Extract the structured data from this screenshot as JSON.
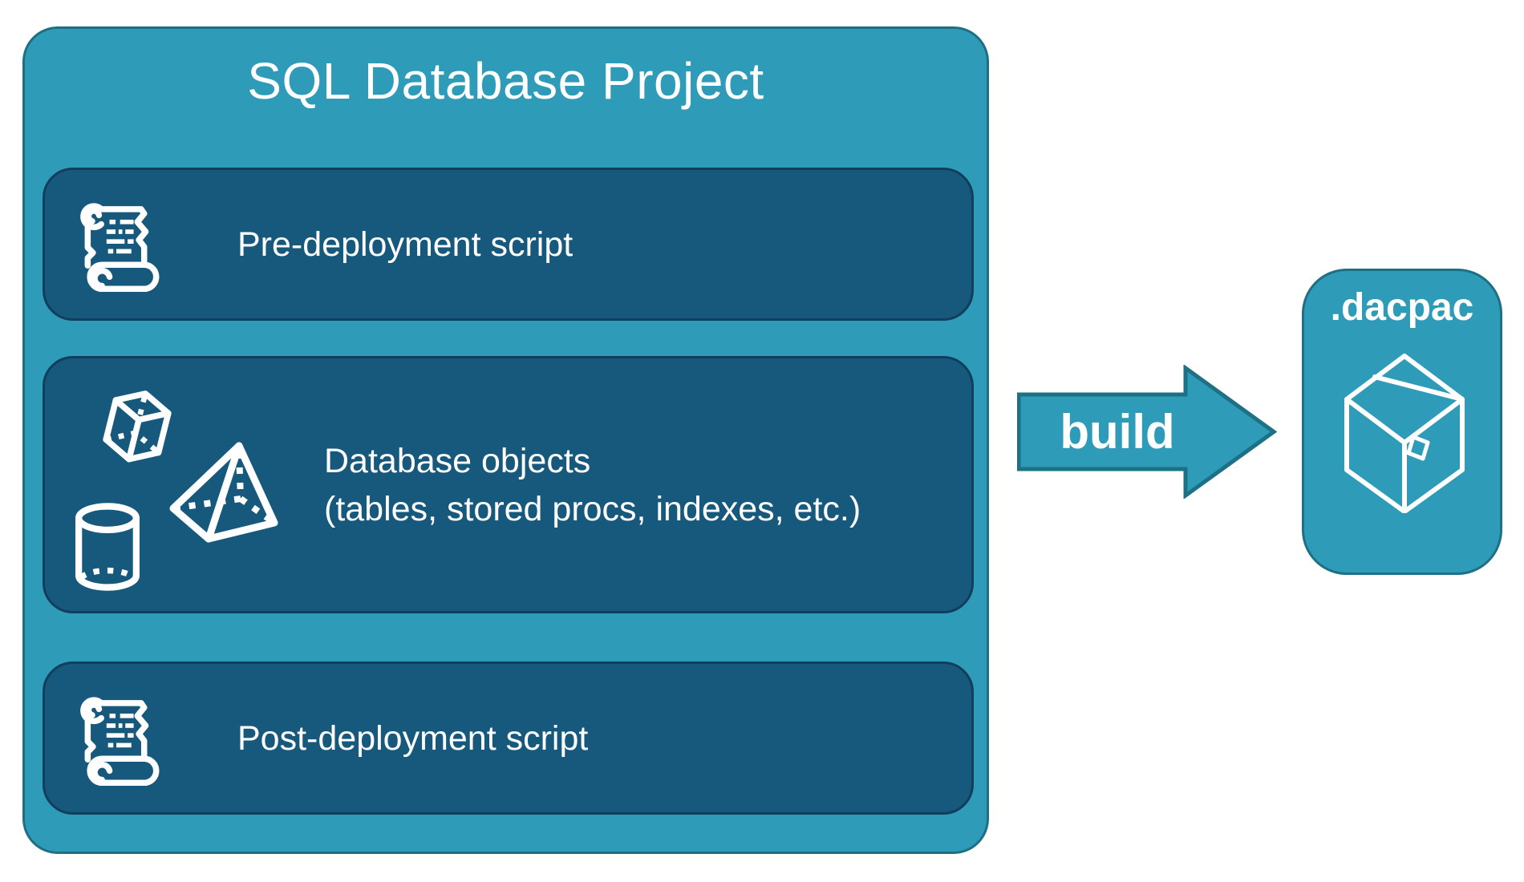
{
  "colors": {
    "container_fill": "#2E9CB9",
    "container_border": "#1E6F83",
    "box_fill": "#17597C",
    "box_border": "#123E5D",
    "accent_fill": "#2E9CB9",
    "accent_border": "#1E7085",
    "text": "#FFFFFF"
  },
  "project": {
    "title": "SQL Database Project",
    "boxes": [
      {
        "label": "Pre-deployment script",
        "icon": "scroll-icon"
      },
      {
        "label_line1": "Database objects",
        "label_line2": "(tables, stored procs, indexes, etc.)",
        "icons": [
          "cube-icon",
          "pyramid-icon",
          "cylinder-icon"
        ]
      },
      {
        "label": "Post-deployment script",
        "icon": "scroll-icon"
      }
    ]
  },
  "build_arrow": {
    "label": "build"
  },
  "dacpac": {
    "label": ".dacpac",
    "icon": "package-icon"
  }
}
